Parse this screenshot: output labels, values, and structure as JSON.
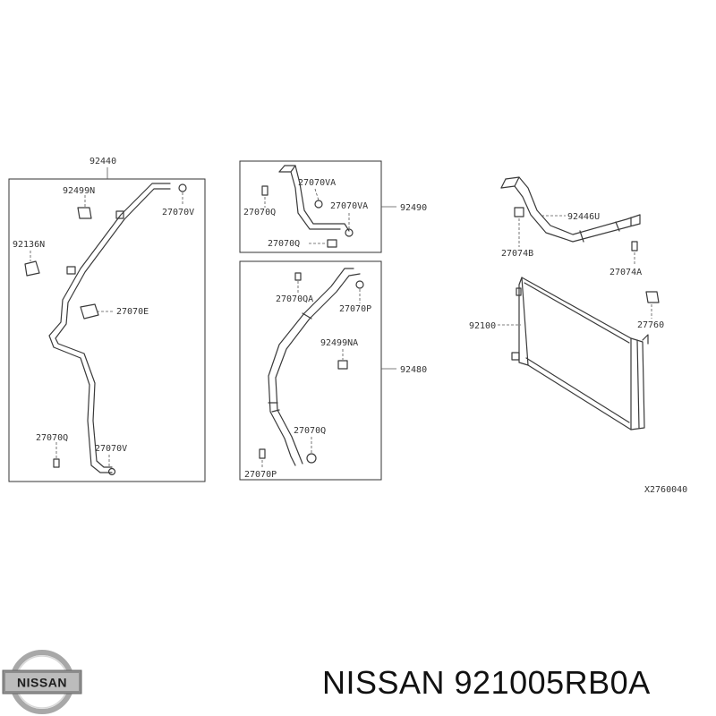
{
  "diagram": {
    "group_a": {
      "ref": "92440",
      "parts": [
        "92499N",
        "27070V",
        "92136N",
        "27070E",
        "27070Q",
        "27070V"
      ]
    },
    "group_b": {
      "ref": "92490",
      "parts": [
        "27070VA",
        "27070Q",
        "27070VA",
        "27070Q"
      ]
    },
    "group_c": {
      "ref": "92480",
      "parts": [
        "27070QA",
        "27070P",
        "92499NA",
        "27070Q",
        "27070P"
      ]
    },
    "group_d": {
      "parts": [
        "92446U",
        "27074B",
        "27074A",
        "92100",
        "27760"
      ]
    },
    "drawing_code": "X2760040"
  },
  "brand": {
    "logo_text": "NISSAN",
    "caption": "NISSAN 921005RB0A"
  },
  "colors": {
    "line": "#3a3a3a",
    "text": "#333333",
    "logo_silver": "#9a9a9a"
  }
}
